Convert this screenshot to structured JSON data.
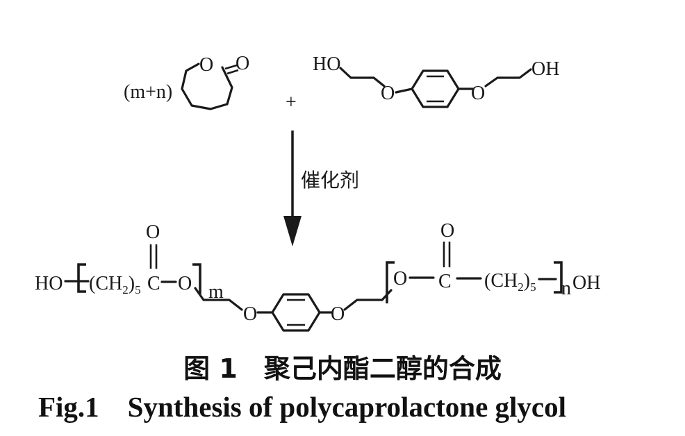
{
  "reactant_caprolactone": {
    "multiplier": "(m+n)",
    "ring_oxygen": "O",
    "carbonyl_oxygen": "O"
  },
  "plus_sign": "+",
  "reactant_diol": {
    "left_hydroxyl": "HO",
    "left_ether": "O",
    "right_ether": "O",
    "right_hydroxyl": "OH"
  },
  "catalyst_label": "催化剂",
  "product": {
    "end_left": "HO",
    "left_unit_ch2": "(CH",
    "left_unit_sub2": "2",
    "left_unit_close": ")",
    "left_unit_sub5": "5",
    "left_carbon": "C",
    "left_carbonyl_o": "O",
    "left_ester_o": "O",
    "left_repeat": "m",
    "left_ether": "O",
    "right_ether": "O",
    "right_ester_o": "O",
    "right_carbon": "C",
    "right_carbonyl_o": "O",
    "right_unit_ch2": "(CH",
    "right_unit_sub2": "2",
    "right_unit_close": ")",
    "right_unit_sub5": "5",
    "right_repeat": "n",
    "end_right": "OH"
  },
  "caption": {
    "cn": "图 1　聚己内酯二醇的合成",
    "en": "Fig.1    Synthesis of polycaprolactone glycol"
  }
}
